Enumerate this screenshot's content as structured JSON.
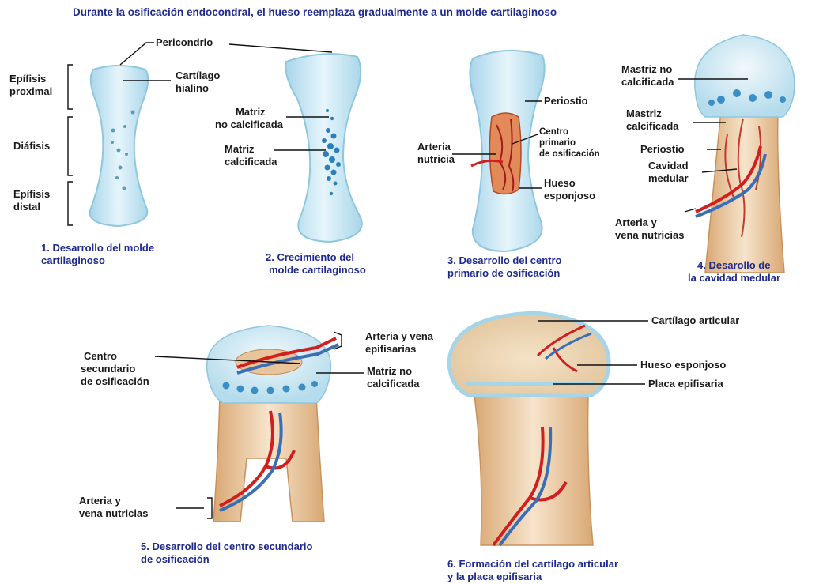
{
  "title": "Durante la osificación endocondral, el hueso reemplaza gradualmente a un molde cartilaginoso",
  "colors": {
    "cartilage": "#cde9f3",
    "cartilage_edge": "#9fd0e4",
    "calcified": "#3b8fc4",
    "bone": "#e9c9a0",
    "artery": "#d11f1f",
    "vein": "#3a6fb8",
    "caption": "#1e2a8c"
  },
  "stages": [
    {
      "caption": [
        "1. Desarrollo del molde",
        "cartilaginoso"
      ],
      "labels": {
        "pericondrio": "Pericondrio",
        "epifisis_proximal": [
          "Epífisis",
          "proximal"
        ],
        "cartilago_hialino": [
          "Cartílago",
          "hialino"
        ],
        "diafisis": "Diáfisis",
        "epifisis_distal": [
          "Epífisis",
          "distal"
        ]
      }
    },
    {
      "caption": [
        "2. Crecimiento del",
        "molde cartilaginoso"
      ],
      "labels": {
        "matriz_no_calcificada": [
          "Matriz",
          "no calcificada"
        ],
        "matriz_calcificada": [
          "Matriz",
          "calcificada"
        ]
      }
    },
    {
      "caption": [
        "3. Desarrollo del centro",
        "primario de osificación"
      ],
      "labels": {
        "periostio": "Periostio",
        "centro_primario": [
          "Centro",
          "primario",
          "de osificación"
        ],
        "arteria_nutricia": [
          "Arteria",
          "nutricia"
        ],
        "hueso_esponjoso": [
          "Hueso",
          "esponjoso"
        ]
      }
    },
    {
      "caption": [
        "4. Desarollo de",
        "la cavidad medular"
      ],
      "labels": {
        "mastriz_no_calcificada": [
          "Mastriz no",
          "calcificada"
        ],
        "mastriz_calcificada": [
          "Mastriz",
          "calcificada"
        ],
        "periostio": "Periostio",
        "cavidad_medular": [
          "Cavidad",
          "medular"
        ],
        "arteria_vena": [
          "Arteria y",
          "vena nutricias"
        ]
      }
    },
    {
      "caption": [
        "5. Desarrollo del centro secundario",
        "de osificación"
      ],
      "labels": {
        "centro_secundario": [
          "Centro",
          "secundario",
          "de osificación"
        ],
        "arteria_vena_epifisarias": [
          "Arteria y vena",
          "epifisarias"
        ],
        "matriz_no_calcificada": [
          "Matriz no",
          "calcificada"
        ],
        "arteria_vena_nutricias": [
          "Arteria y",
          "vena nutricias"
        ]
      }
    },
    {
      "caption": [
        "6. Formación del cartílago articular",
        "y la placa epifisaria"
      ],
      "labels": {
        "cartilago_articular": "Cartílago articular",
        "hueso_esponjoso": "Hueso esponjoso",
        "placa_epifisaria": "Placa epifisaria"
      }
    }
  ]
}
